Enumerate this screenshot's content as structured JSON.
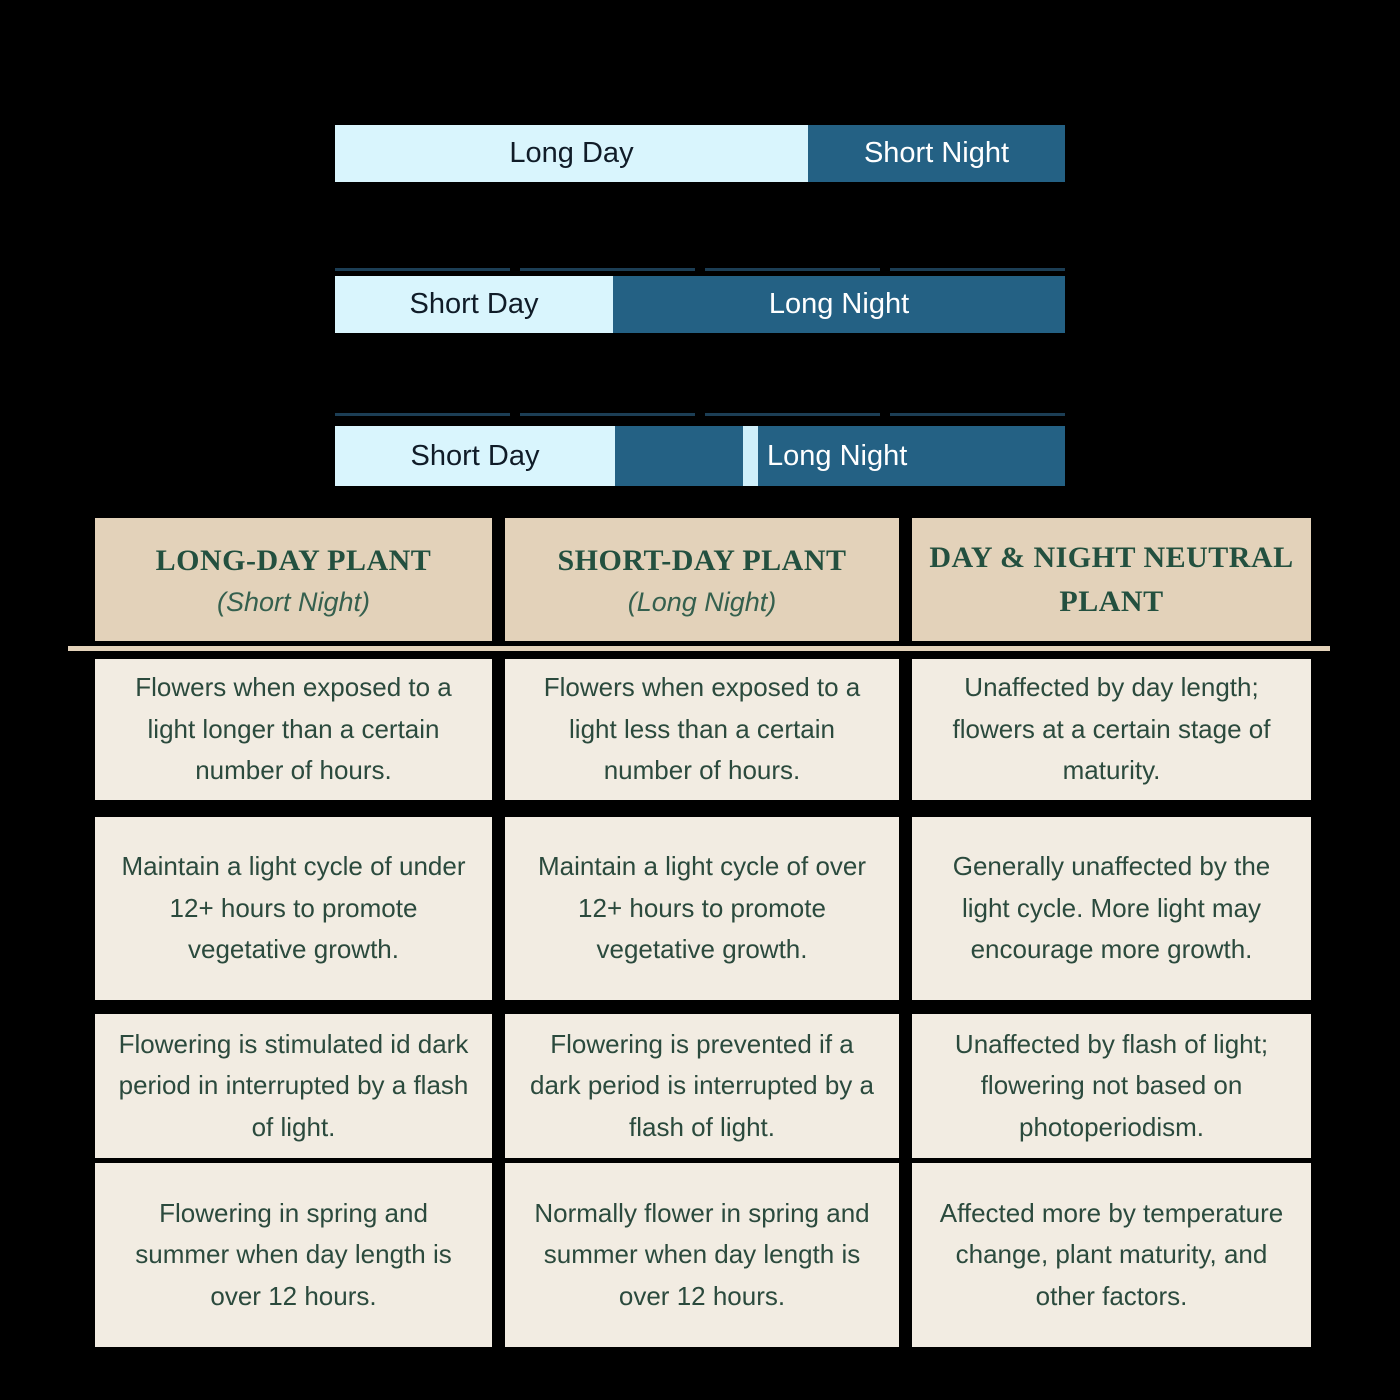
{
  "colors": {
    "background": "#000000",
    "day_fill": "#d9f5fd",
    "flash_fill": "#cfeffa",
    "night_fill": "#246184",
    "day_text": "#101c28",
    "night_text": "#ffffff",
    "dash_color": "#1c3e55",
    "header_bg": "#e3d2ba",
    "header_text": "#23503f",
    "header_sub_text": "#35604e",
    "divider": "#e3d2ba",
    "cell_bg": "#f2ece2",
    "cell_text": "#2b4a3d"
  },
  "bars": [
    {
      "name": "long-day-short-night",
      "segments": [
        {
          "label": "Long Day"
        },
        {
          "label": "Short Night"
        }
      ]
    },
    {
      "name": "short-day-long-night",
      "segments": [
        {
          "label": "Short Day"
        },
        {
          "label": "Long Night"
        }
      ]
    },
    {
      "name": "short-day-interrupted-night",
      "segments": [
        {
          "label": "Short Day"
        },
        {
          "label": ""
        },
        {
          "label": ""
        },
        {
          "label": "Long Night"
        }
      ]
    }
  ],
  "table": {
    "headers": [
      {
        "title": "LONG-DAY PLANT",
        "subtitle": "(Short Night)"
      },
      {
        "title": "SHORT-DAY PLANT",
        "subtitle": "(Long Night)"
      },
      {
        "title": "DAY & NIGHT NEUTRAL PLANT",
        "subtitle": ""
      }
    ],
    "rows": [
      [
        "Flowers when exposed to a light longer than a certain number of hours.",
        "Flowers when exposed to a light less than a certain number of hours.",
        "Unaffected by day length; flowers at a certain stage of maturity."
      ],
      [
        "Maintain a light cycle of under 12+ hours to promote vegetative growth.",
        "Maintain a light cycle of over 12+ hours to promote vegetative growth.",
        "Generally unaffected by the light cycle. More light may encourage more growth."
      ],
      [
        "Flowering is stimulated id dark period in interrupted by a flash of light.",
        "Flowering is prevented if a dark period is interrupted by a flash of light.",
        "Unaffected by flash of light; flowering not based on photoperiodism."
      ],
      [
        "Flowering in spring and summer when day length is over 12 hours.",
        "Normally flower in spring and summer when day length is over 12 hours.",
        "Affected more by temperature change, plant maturity, and other factors."
      ]
    ]
  }
}
